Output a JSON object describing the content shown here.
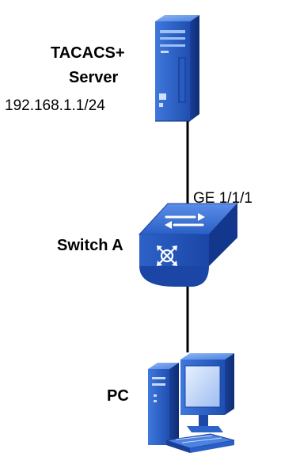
{
  "nodes": {
    "server": {
      "name_line1": "TACACS+",
      "name_line2": "Server",
      "ip": "192.168.1.1/24",
      "icon": "server-tower-icon"
    },
    "switch": {
      "name": "Switch A",
      "icon": "network-switch-icon"
    },
    "pc": {
      "name": "PC",
      "icon": "desktop-computer-icon"
    }
  },
  "links": {
    "server_switch": {
      "port": "GE 1/1/1"
    }
  },
  "colors": {
    "device_blue": "#2f63c9",
    "device_light": "#6b9cf0",
    "device_dark": "#0d2f7a",
    "link": "#000000"
  }
}
